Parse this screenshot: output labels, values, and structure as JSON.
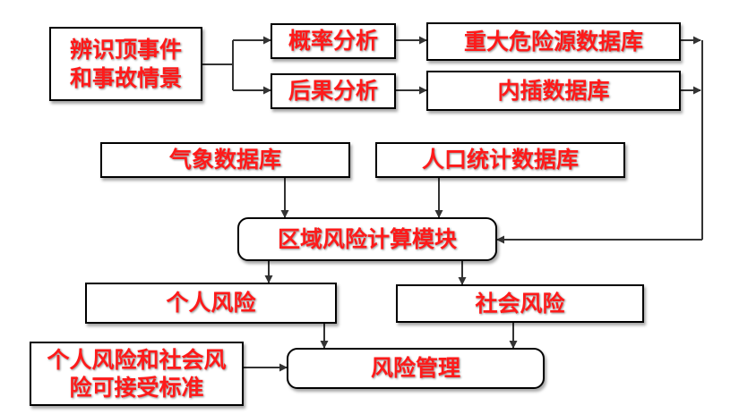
{
  "diagram": {
    "title": "区域风险计算流程",
    "colors": {
      "text": "#ff1a1a",
      "border": "#000000",
      "arrow": "#333333"
    },
    "nodes": {
      "identify": "辨识顶事件\n和事故情景",
      "probability": "概率分析",
      "consequence": "后果分析",
      "hazard_db": "重大危险源数据库",
      "interp_db": "内插数据库",
      "weather_db": "气象数据库",
      "population_db": "人口统计数据库",
      "calc_module": "区域风险计算模块",
      "individual_risk": "个人风险",
      "social_risk": "社会风险",
      "criteria": "个人风险和社会风\n险可接受标准",
      "management": "风险管理"
    },
    "edges": [
      {
        "from": "identify",
        "to": "probability"
      },
      {
        "from": "identify",
        "to": "consequence"
      },
      {
        "from": "probability",
        "to": "hazard_db"
      },
      {
        "from": "consequence",
        "to": "interp_db"
      },
      {
        "from": "hazard_db",
        "to": "calc_module"
      },
      {
        "from": "interp_db",
        "to": "calc_module"
      },
      {
        "from": "weather_db",
        "to": "calc_module"
      },
      {
        "from": "population_db",
        "to": "calc_module"
      },
      {
        "from": "calc_module",
        "to": "individual_risk"
      },
      {
        "from": "calc_module",
        "to": "social_risk"
      },
      {
        "from": "individual_risk",
        "to": "management"
      },
      {
        "from": "social_risk",
        "to": "management"
      },
      {
        "from": "criteria",
        "to": "management"
      }
    ]
  }
}
